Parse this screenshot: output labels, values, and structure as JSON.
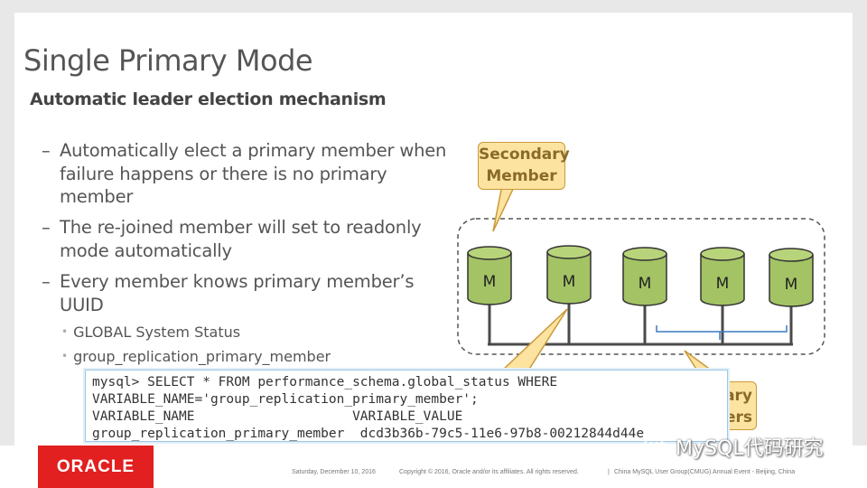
{
  "slide": {
    "title": "Single Primary Mode",
    "subtitle": "Automatic leader election mechanism",
    "bullets": [
      "Automatically elect a primary member when failure happens or there is no primary member",
      "The re-joined member will set to readonly mode automatically",
      "Every member knows primary member’s UUID"
    ],
    "sub_bullets": [
      "GLOBAL System Status",
      "group_replication_primary_member"
    ]
  },
  "diagram": {
    "callout_secondary_line1": "Secondary",
    "callout_secondary_line2": "Member",
    "callout_right_partial_line1": "ary",
    "callout_right_partial_line2": "ers",
    "member_label": "M",
    "colors": {
      "member_fill": "#a3c364",
      "member_stroke": "#3a3a3a",
      "callout_fill": "#fde3a0",
      "line": "#4a4a4a",
      "bracket": "#3a7cc4"
    }
  },
  "sql": {
    "line1": "mysql> SELECT * FROM performance_schema.global_status WHERE",
    "line2": "VARIABLE_NAME='group_replication_primary_member';",
    "line3": "VARIABLE_NAME                    VARIABLE_VALUE",
    "line4": "group_replication_primary_member  dcd3b36b-79c5-11e6-97b8-00212844d44e"
  },
  "footer": {
    "logo": "ORACLE",
    "date": "Saturday, December 10, 2016",
    "copyright": "Copyright © 2016, Oracle and/or its affiliates. All rights reserved.",
    "separator": "|",
    "event": "China MySQL User Group(CMUG) Annual Event - Beijing, China",
    "watermark": "MySQL代码研究"
  }
}
